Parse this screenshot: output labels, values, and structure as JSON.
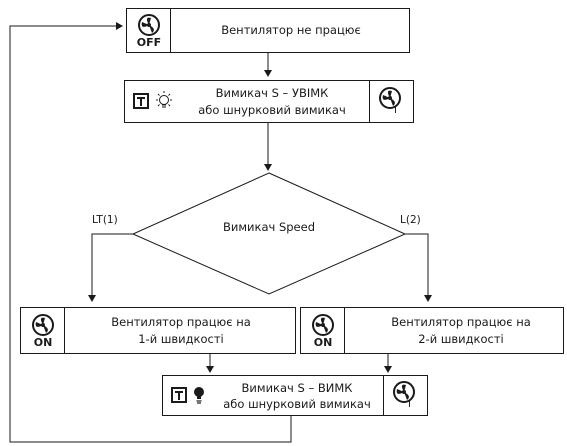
{
  "diagram": {
    "box1": {
      "text": "Вентилятор не працює",
      "icon_label": "OFF"
    },
    "box2": {
      "line1": "Вимикач S – УВІМК",
      "line2": "або шнурковий вимикач",
      "icon_label": "I"
    },
    "decision": {
      "text": "Вимикач Speed",
      "left_label": "LT(1)",
      "right_label": "L(2)"
    },
    "box3": {
      "line1": "Вентилятор працює на",
      "line2": "1-й швидкості",
      "icon_label": "ON"
    },
    "box4": {
      "line1": "Вентилятор працює на",
      "line2": "2-й швидкості",
      "icon_label": "ON"
    },
    "box5": {
      "line1": "Вимикач S – ВИМК",
      "line2": "або шнурковий вимикач",
      "icon_label": "I"
    }
  }
}
